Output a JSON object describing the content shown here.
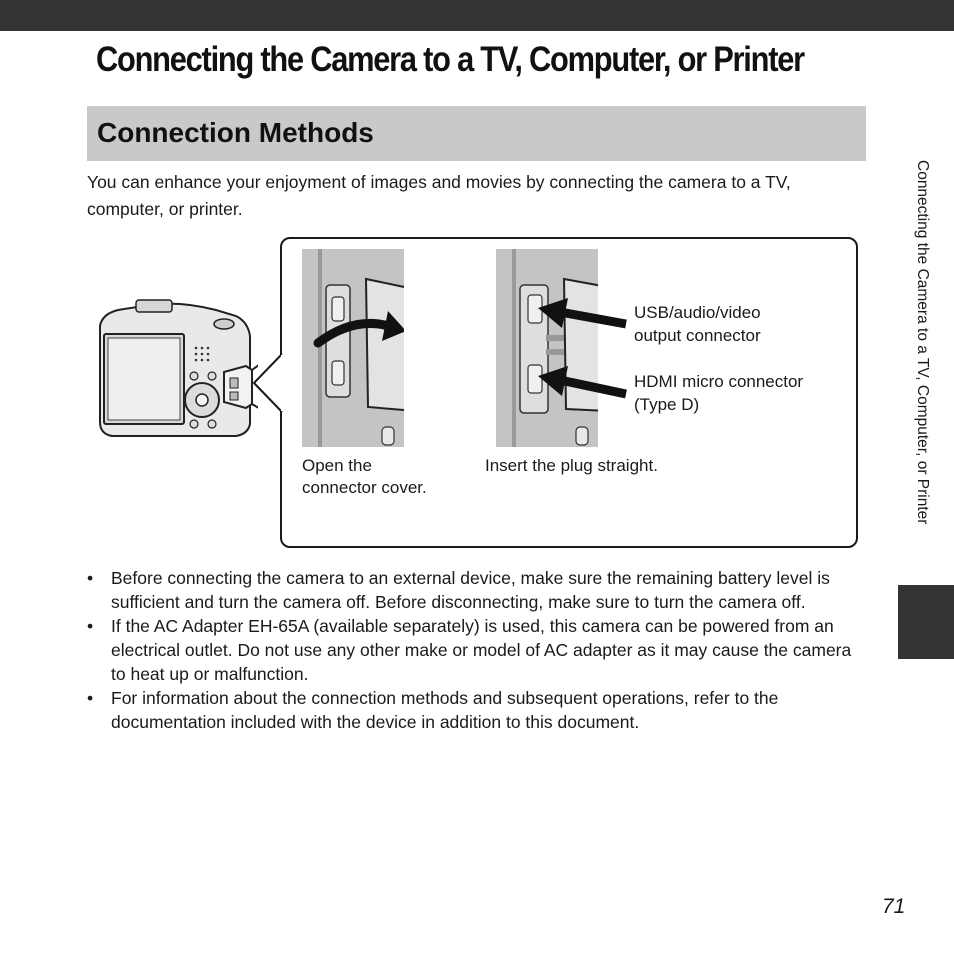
{
  "header": {
    "title": "Connecting the Camera to a TV, Computer, or Printer"
  },
  "section": {
    "title": "Connection Methods"
  },
  "intro": "You can enhance your enjoyment of images and movies by connecting the camera to a TV, computer, or printer.",
  "figure": {
    "step1_label_line1": "Open the",
    "step1_label_line2": "connector cover.",
    "step2_label": "Insert the plug straight.",
    "usb_label_line1": "USB/audio/video",
    "usb_label_line2": "output connector",
    "hdmi_label_line1": "HDMI micro connector",
    "hdmi_label_line2": "(Type D)",
    "camera_icon": "camera-back-illustration",
    "connector_icon": "connector-panel-illustration"
  },
  "bullets": [
    "Before connecting the camera to an external device, make sure the remaining battery level is sufficient and turn the camera off. Before disconnecting, make sure to turn the camera off.",
    "If the AC Adapter EH-65A (available separately) is used, this camera can be powered from an electrical outlet. Do not use any other make or model of AC adapter as it may cause the camera to heat up or malfunction.",
    "For information about the connection methods and subsequent operations, refer to the documentation included with the device in addition to this document."
  ],
  "bullet_symbol": "•",
  "side_tab": {
    "text": "Connecting the Camera to a TV, Computer, or Printer",
    "color": "#333333"
  },
  "page_number": "71"
}
